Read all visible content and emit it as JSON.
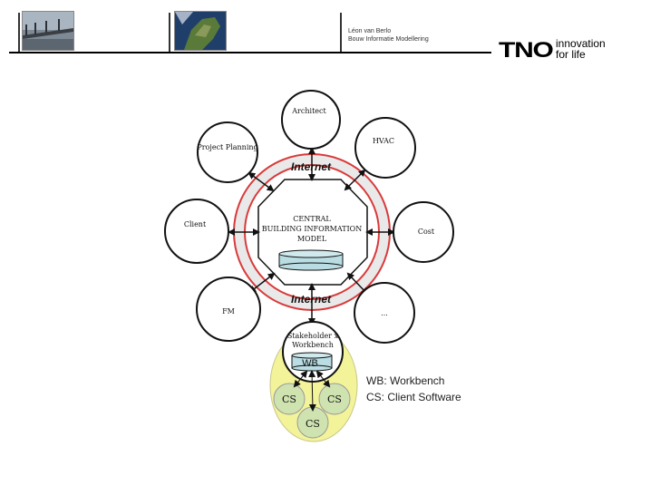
{
  "header": {
    "author": "Léon van Berlo",
    "subtitle": "Bouw Informatie Modellering",
    "logo_text": "TNO",
    "tagline_line1": "innovation",
    "tagline_line2": "for life"
  },
  "diagram": {
    "center_line1": "CENTRAL",
    "center_line2": "BUILDING INFORMATION",
    "center_line3": "MODEL",
    "internet_top": "Internet",
    "internet_bottom": "Internet",
    "nodes": {
      "architect": "Architect",
      "hvac": "HVAC",
      "project_planning": "Project Planning",
      "client": "Client",
      "cost": "Cost",
      "fm": "FM",
      "more": "...",
      "stakeholder_line1": "Stakeholder x",
      "stakeholder_line2": "Workbench"
    },
    "workbench_label": "WB",
    "cs_label": "CS",
    "legend_wb": "WB: Workbench",
    "legend_cs": "CS: Client Software"
  },
  "colors": {
    "ring_red": "#d93a3a",
    "ring_fill": "#e7e7e7",
    "cylinder": "#b9dde3",
    "yellow_blob": "#f3f39a",
    "cs_green": "#cfe3b0"
  }
}
